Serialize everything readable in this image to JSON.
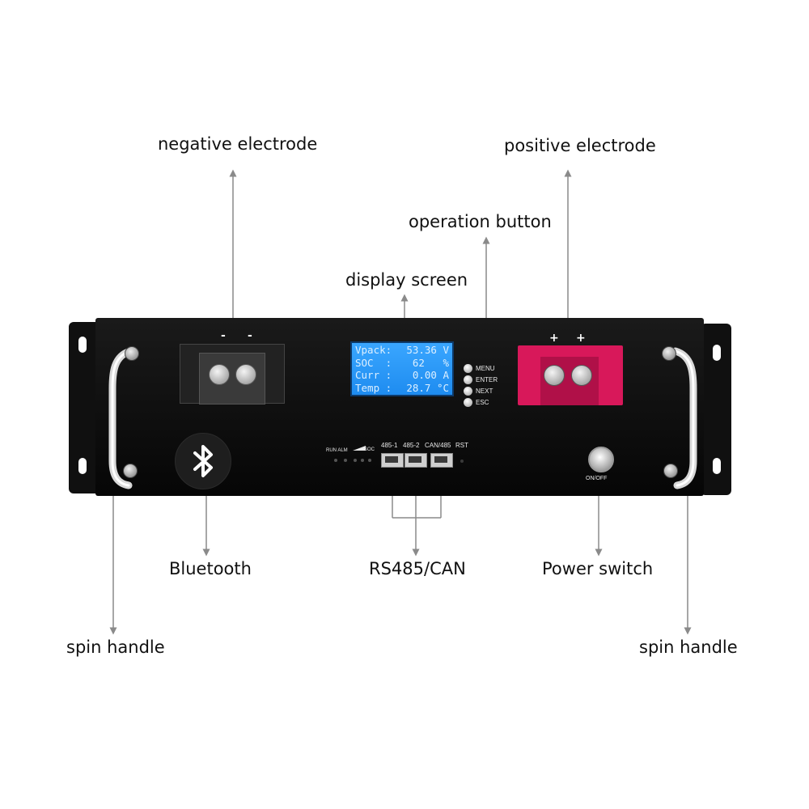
{
  "labels": {
    "negative_electrode": "negative electrode",
    "positive_electrode": "positive electrode",
    "operation_button": "operation button",
    "display_screen": "display screen",
    "bluetooth": "Bluetooth",
    "rs485_can": "RS485/CAN",
    "power_switch": "Power switch",
    "spin_handle_left": "spin handle",
    "spin_handle_right": "spin handle"
  },
  "lcd": {
    "rows": [
      {
        "name": "Vpack:",
        "value": "53.36 V"
      },
      {
        "name": "SOC  :",
        "value": "62   %"
      },
      {
        "name": "Curr :",
        "value": "0.00 A"
      },
      {
        "name": "Temp :",
        "value": "28.7 °C"
      }
    ]
  },
  "buttons": [
    "MENU",
    "ENTER",
    "NEXT",
    "ESC"
  ],
  "terminals": {
    "negative_sign": "-",
    "positive_sign": "+"
  },
  "ports": {
    "port1": "485-1",
    "port2": "485-2",
    "port3": "CAN/485",
    "reset": "RST",
    "indicator_run_alm": "RUN ALM",
    "indicator_soc": "SOC"
  },
  "power_label": "ON/OFF",
  "colors": {
    "panel": "#0a0a0a",
    "lcd": "#2a9bff",
    "positive_terminal": "#d8185a",
    "arrow": "#8a8a8a"
  }
}
